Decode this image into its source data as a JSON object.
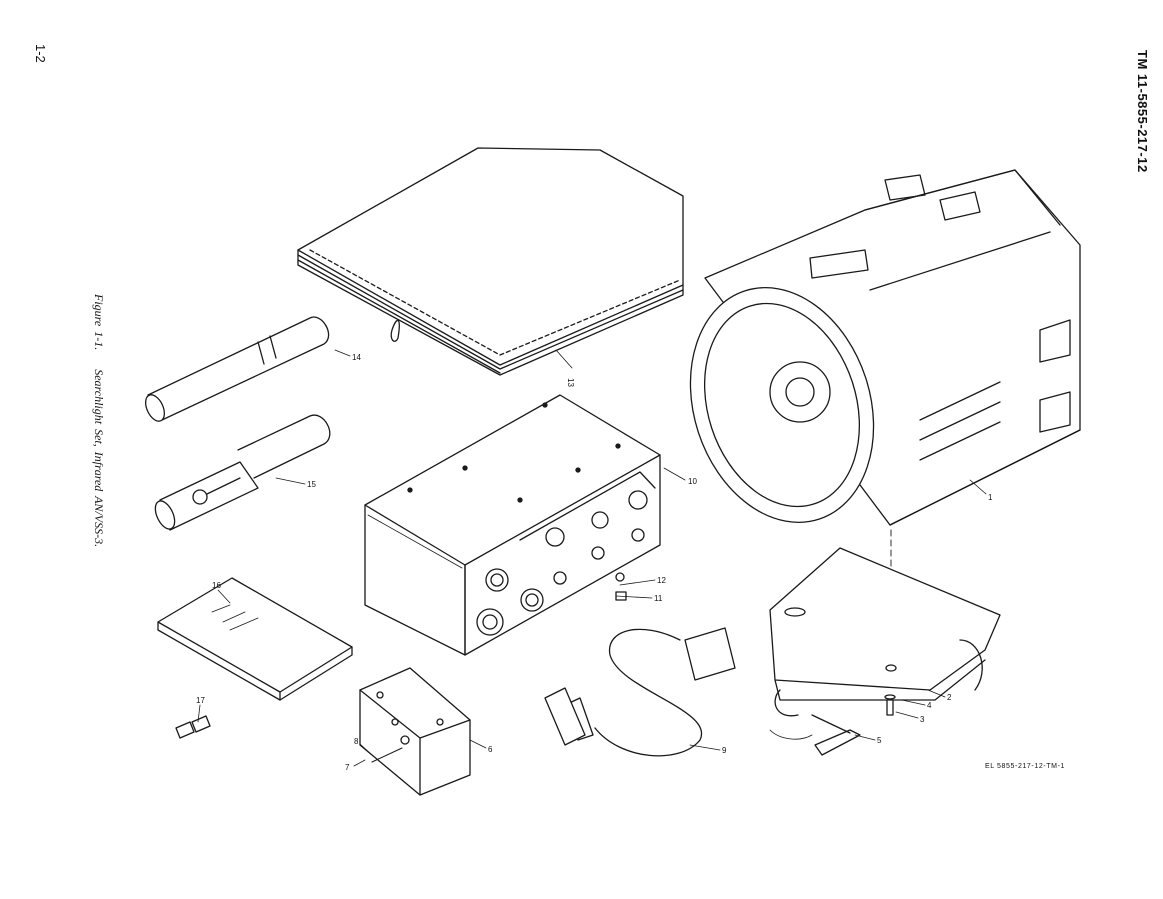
{
  "page_number": "1-2",
  "document_id": "TM 11-5855-217-12",
  "caption": {
    "figure": "Figure 1-1.",
    "title": "Searchlight Set, Infrared AN/VSS-3."
  },
  "drawing_code": "EL 5855-217-12-TM-1",
  "callouts": [
    "1",
    "2",
    "3",
    "4",
    "5",
    "6",
    "7",
    "8",
    "9",
    "10",
    "11",
    "12",
    "13",
    "14",
    "15",
    "16",
    "17"
  ]
}
